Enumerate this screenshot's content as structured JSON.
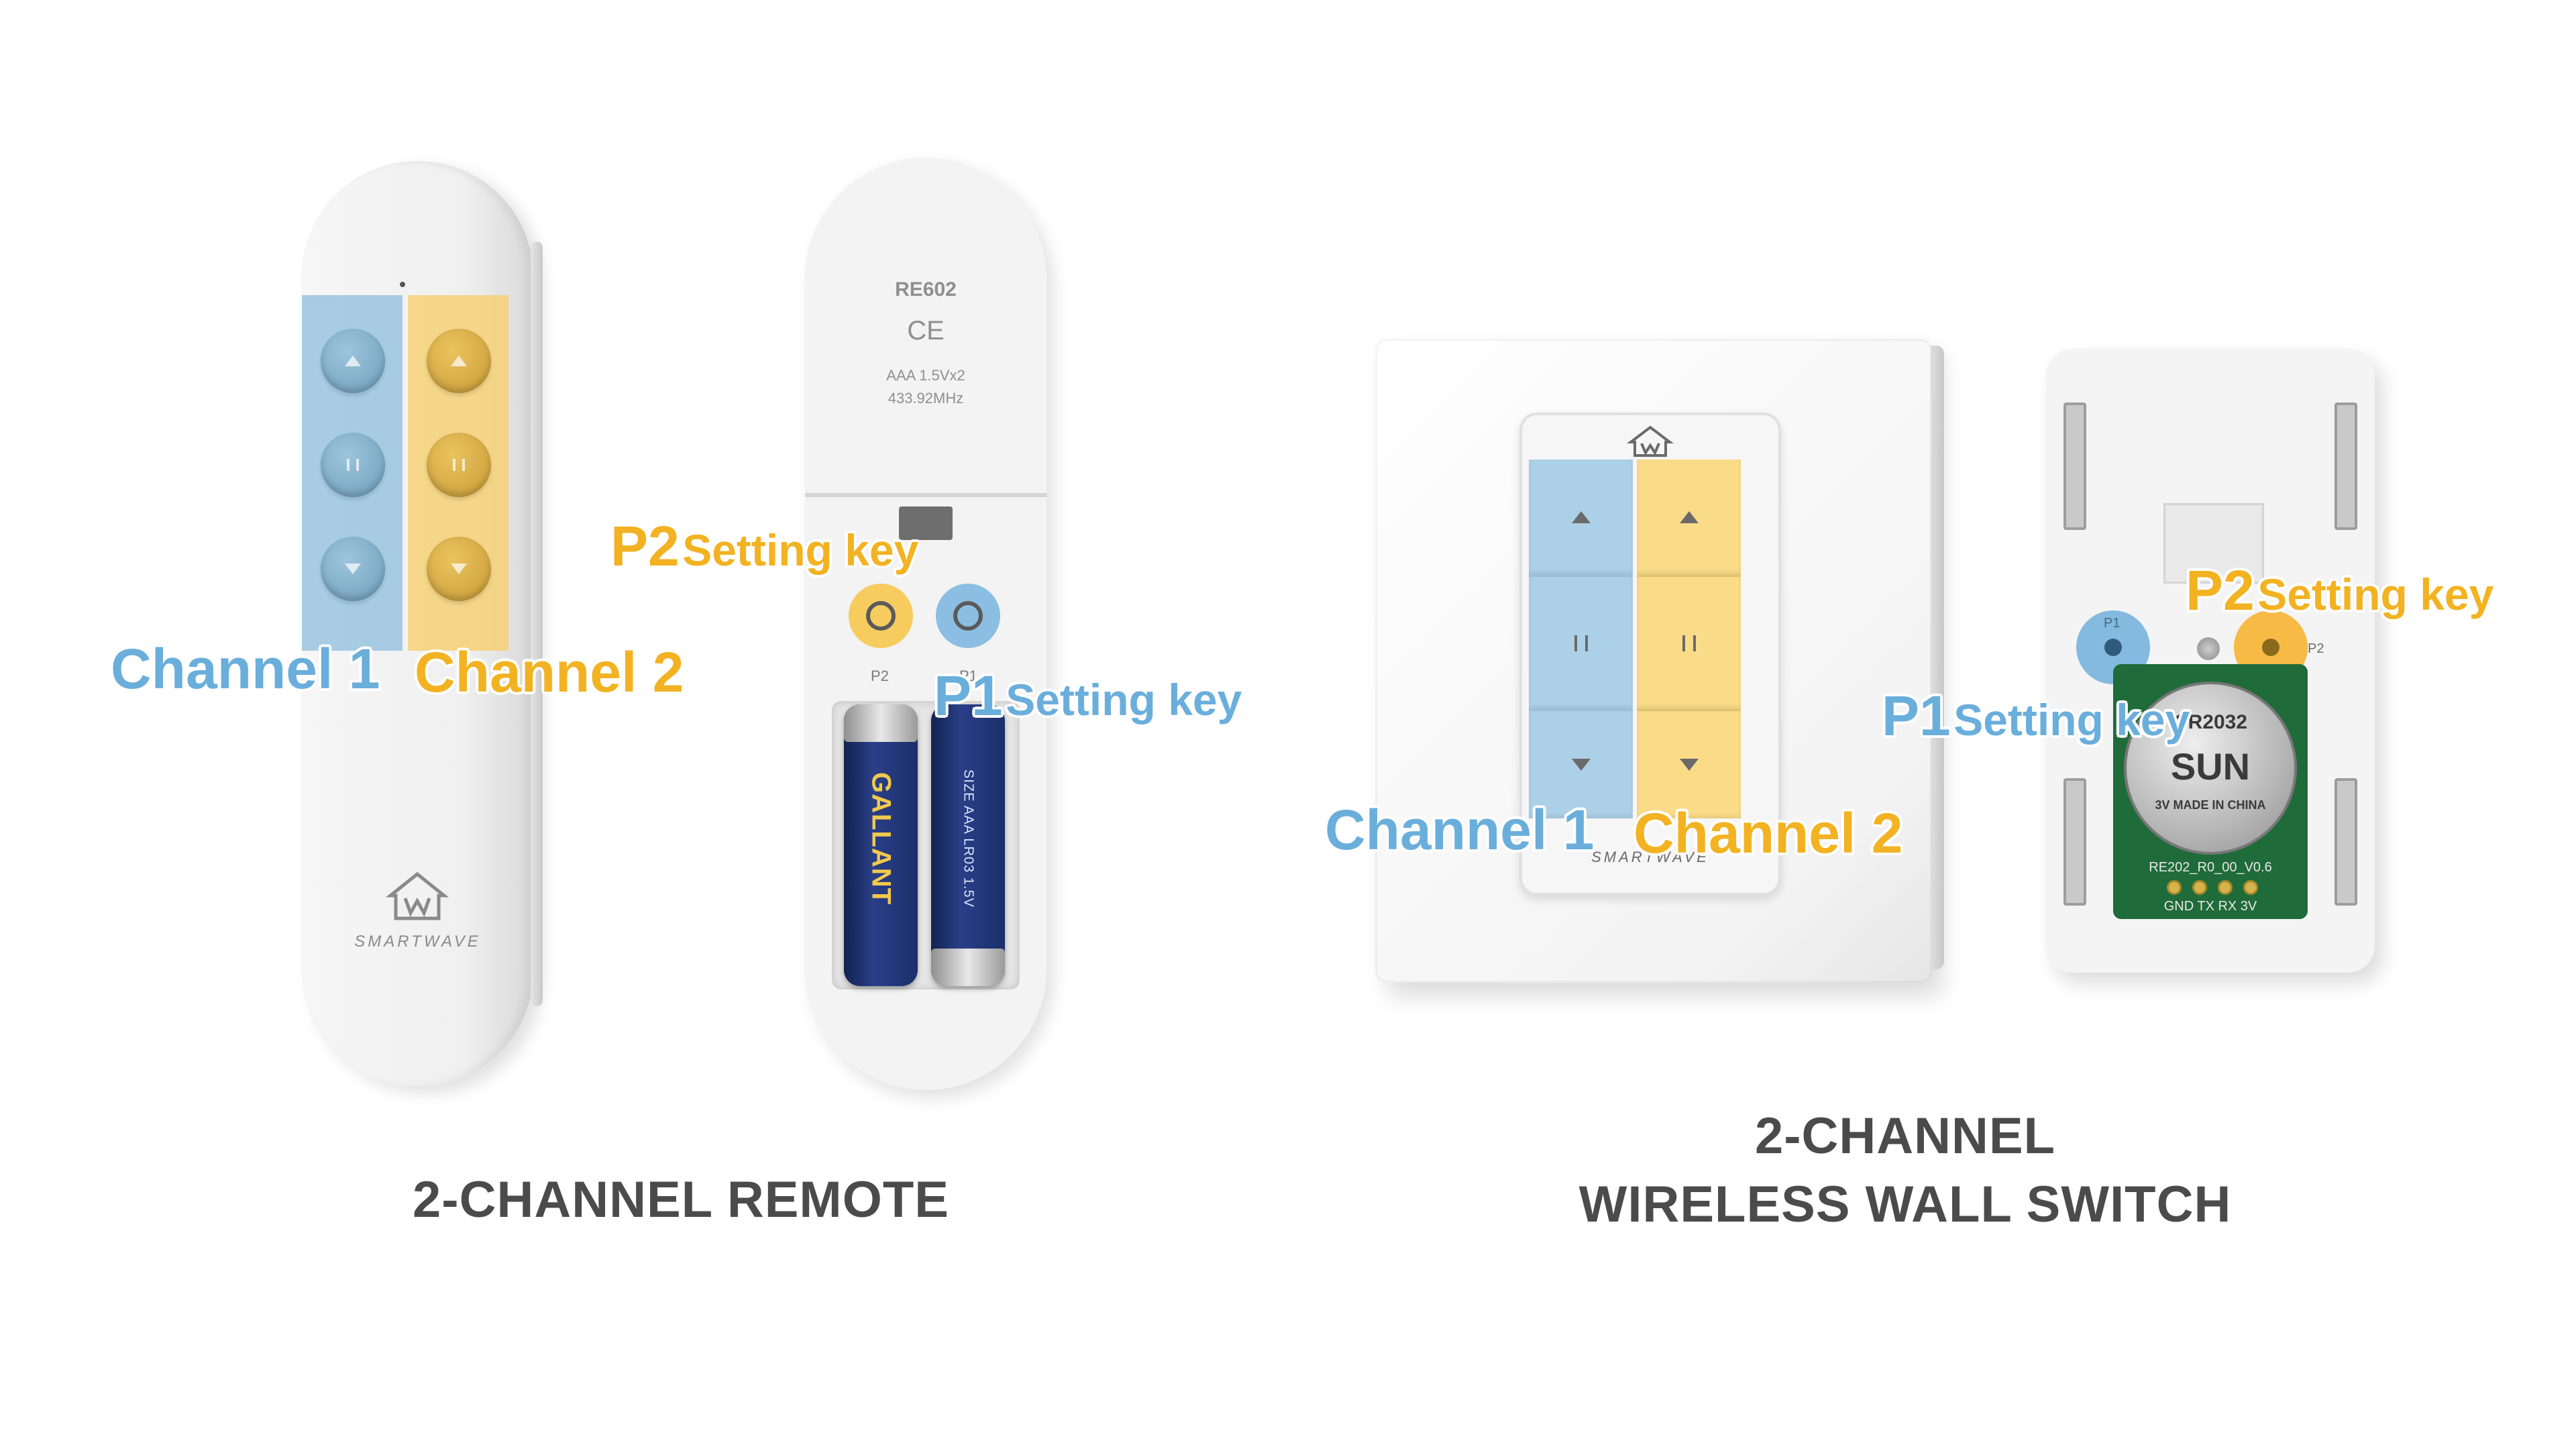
{
  "colors": {
    "channel1": "#6aaedc",
    "channel2": "#f2b221",
    "caption": "#4b4b4b"
  },
  "remote": {
    "brand": "SMARTWAVE",
    "back": {
      "model": "RE602",
      "marks": "CE",
      "battery_spec": "AAA 1.5Vx2",
      "frequency": "433.92MHz",
      "p2_mark": "P2",
      "p1_mark": "P1",
      "battery_brand": "GALLANT",
      "battery_size": "SIZE AAA LR03 1.5V"
    },
    "labels": {
      "channel1": "Channel 1",
      "channel2": "Channel 2",
      "p2_prefix": "P2",
      "p2_suffix": "Setting key",
      "p1_prefix": "P1",
      "p1_suffix": "Setting key"
    },
    "caption": "2-CHANNEL REMOTE"
  },
  "wall_switch": {
    "brand": "SMARTWAVE",
    "back": {
      "p1_mark": "P1",
      "p2_mark": "P2",
      "coin_model": "CR2032",
      "coin_brand": "SUN",
      "coin_note": "3V MADE IN CHINA",
      "pcb_text": "RE202_R0_00_V0.6",
      "pcb_pins": "GND TX RX 3V"
    },
    "labels": {
      "p2_prefix": "P2",
      "p2_suffix": "Setting key",
      "p1_prefix": "P1",
      "p1_suffix": "Setting key",
      "channel1": "Channel 1",
      "channel2": "Channel 2"
    },
    "caption_line1": "2-CHANNEL",
    "caption_line2": "WIRELESS WALL SWITCH"
  }
}
